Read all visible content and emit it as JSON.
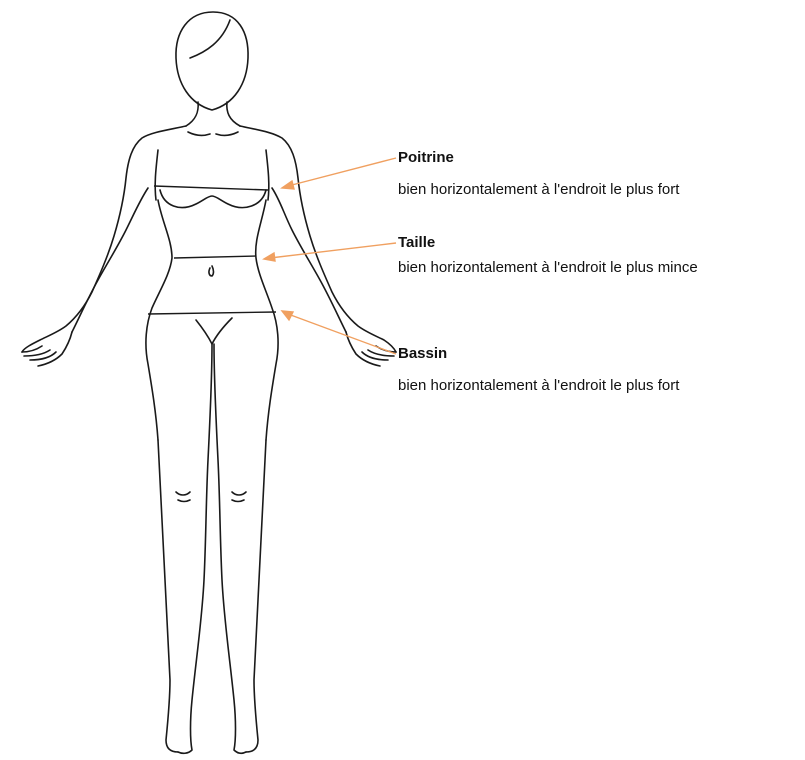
{
  "measurements": [
    {
      "name": "Poitrine",
      "description": "bien horizontalement à l'endroit le plus fort"
    },
    {
      "name": "Taille",
      "description": "bien horizontalement à l'endroit le plus mince"
    },
    {
      "name": "Bassin",
      "description": "bien horizontalement à l'endroit le plus fort"
    }
  ],
  "colors": {
    "outline": "#1a1a1a",
    "pointer": "#f0a060",
    "text": "#111111"
  }
}
